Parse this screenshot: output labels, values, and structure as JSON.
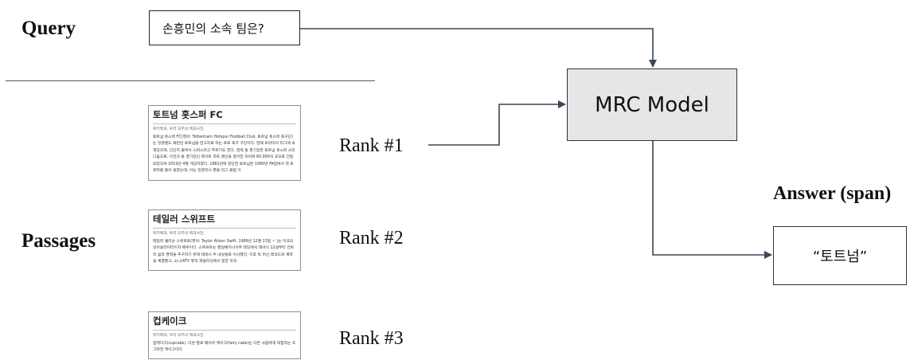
{
  "labels": {
    "query": "Query",
    "passages": "Passages",
    "answer_heading": "Answer (span)"
  },
  "query_box": {
    "text": "손흥민의 소속 팀은?"
  },
  "model_box": {
    "text": "MRC Model"
  },
  "answer_box": {
    "text": "“토트넘”"
  },
  "ranks": [
    "Rank #1",
    "Rank #2",
    "Rank #3"
  ],
  "passages": [
    {
      "title": "토트넘 홋스퍼 FC",
      "subtitle": "위키백과, 우리 모두의 백과사전.",
      "body": "토트넘 홋스퍼 FC(영어: Tottenham Hotspur Football Club, 토트넘 홋스퍼 축구단)는 잉글랜드 북런던 토트넘을 연고지로 하는 프로 축구 구단이다. 현재 프리미어 리그에 속해있으며, 간단히 줄여서 스퍼스라고 부르기도 한다. 현재 홈 경기장은 토트넘 홋스퍼 스타디움으로, 이전의 홈 경기장인 화이트 하트 레인을 철거한 자리에 60,000석 규모로 건립되었으며 2019년 4월 개장하였다. 1882년에 창단한 토트넘은 1990년 FA컵에서 첫 트로피를 들어 올렸는데, 이는 잉글리시 풋볼 리그 클럽 이"
    },
    {
      "title": "테일러 스위프트",
      "subtitle": "위키백과, 우리 모두의 백과사전.",
      "body": "테일러 앨리슨 스위프트(영어: Taylor Alison Swift, 1989년 12월 13일 ~ )는 미국의 싱어송라이터이자 배우이다. 스위프트는 펜실베이니아주 레딩에서 태어나 12살부터 컨트리 음악 경력을 추구하기 위해 테네시 주 내슈빌로 이사했다. 이후 빅 머신 레코드와 계약을 체결했고, 소니/ATV 뮤직 퍼블리싱에서 일한 작곡"
    },
    {
      "title": "컵케이크",
      "subtitle": "위키백과, 우리 모두의 백과사전.",
      "body": "컵케이크(cupcake), 다른 말로 페어리 케이크(fairy cake)는 다른 사람에게 대접하는 조그마한 케이크이다."
    }
  ]
}
